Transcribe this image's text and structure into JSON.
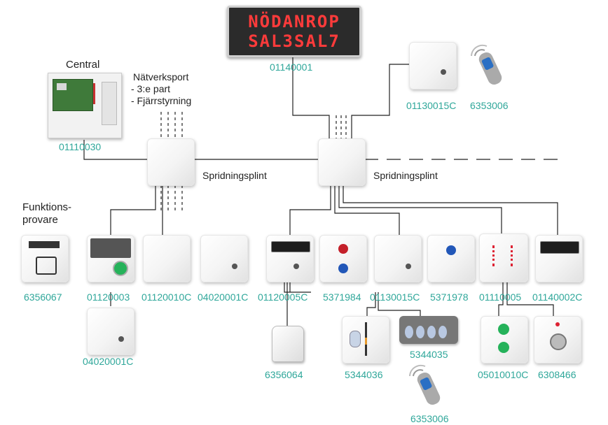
{
  "sign": {
    "line1": "NÖDANROP",
    "line2": "SAL3SAL7",
    "code": "01140001"
  },
  "central": {
    "title": "Central",
    "code": "01110030"
  },
  "network": {
    "title": "Nätverksport",
    "line1": "- 3:e part",
    "line2": "- Fjärrstyrning"
  },
  "splitters": {
    "left": "Spridningsplint",
    "right": "Spridningsplint"
  },
  "function_tester": {
    "line1": "Funktions-",
    "line2": "provare",
    "code": "6356067"
  },
  "top_right": {
    "unit_code": "01130015C",
    "remote_code": "6353006"
  },
  "row": [
    {
      "code": "01120003"
    },
    {
      "code": "01120010C"
    },
    {
      "code": "04020001C"
    },
    {
      "code": "01120005C"
    },
    {
      "code": "5371984"
    },
    {
      "code": "01130015C"
    },
    {
      "code": "5371978"
    },
    {
      "code": "01110005"
    },
    {
      "code": "01140002C"
    }
  ],
  "lower": {
    "under_first": "04020001C",
    "plug": "6356064",
    "panel": "5344036",
    "keypad": "5344035",
    "remote": "6353006",
    "green_panel": "05010010C",
    "key_switch": "6308466"
  },
  "colors": {
    "label": "#2fa79a",
    "led_text": "#ff3b3b",
    "wire": "#222222"
  }
}
